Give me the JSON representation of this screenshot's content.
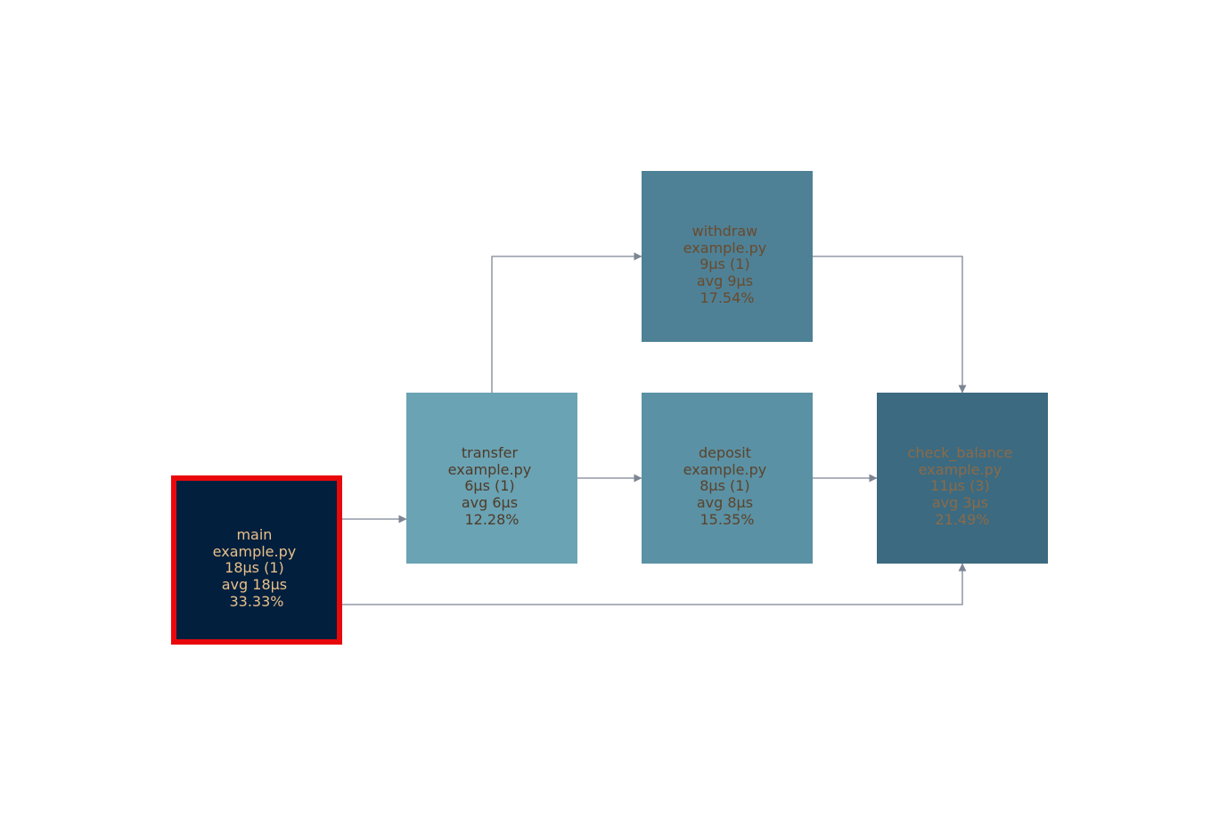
{
  "colors": {
    "edge": "#7c8593",
    "background": "#ffffff",
    "selection_border": "#e8080c"
  },
  "nodes": [
    {
      "id": "main",
      "lines": [
        "main",
        "example.py",
        "18µs (1)",
        "avg 18µs",
        "33.33%"
      ],
      "fill": "#021f3d",
      "text_color": "#e9c08a",
      "selected": true
    },
    {
      "id": "transfer",
      "lines": [
        "transfer",
        "example.py",
        "6µs (1)",
        "avg 6µs",
        "12.28%"
      ],
      "fill": "#6aa3b4",
      "text_color": "#4f3b28",
      "selected": false
    },
    {
      "id": "withdraw",
      "lines": [
        "withdraw",
        "example.py",
        "9µs (1)",
        "avg 9µs",
        "17.54%"
      ],
      "fill": "#4e8196",
      "text_color": "#6a4a2c",
      "selected": false
    },
    {
      "id": "deposit",
      "lines": [
        "deposit",
        "example.py",
        "8µs (1)",
        "avg 8µs",
        "15.35%"
      ],
      "fill": "#5b91a4",
      "text_color": "#5a432c",
      "selected": false
    },
    {
      "id": "check_balance",
      "lines": [
        "check_balance",
        "example.py",
        "11µs (3)",
        "avg 3µs",
        "21.49%"
      ],
      "fill": "#3c6a80",
      "text_color": "#8b6a48",
      "selected": false
    }
  ],
  "edges": [
    {
      "from": "main",
      "to": "transfer"
    },
    {
      "from": "main",
      "to": "check_balance"
    },
    {
      "from": "transfer",
      "to": "withdraw"
    },
    {
      "from": "transfer",
      "to": "deposit"
    },
    {
      "from": "withdraw",
      "to": "check_balance"
    },
    {
      "from": "deposit",
      "to": "check_balance"
    }
  ]
}
